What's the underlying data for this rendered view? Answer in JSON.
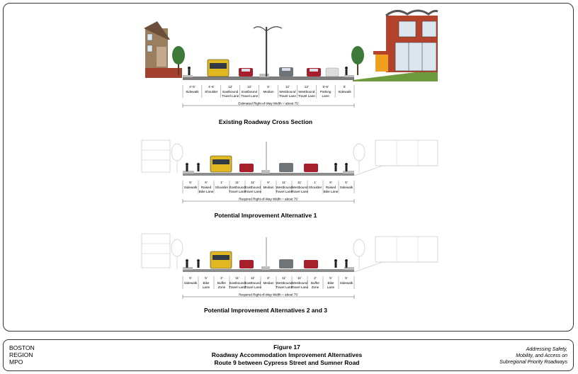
{
  "org": {
    "line1": "BOSTON",
    "line2": "REGION",
    "line3": "MPO"
  },
  "figure": {
    "number": "Figure 17",
    "title": "Roadway Accommodation Improvement Alternatives",
    "subtitle": "Route 9 between Cypress Street and Sumner Road"
  },
  "project": {
    "line1": "Addressing Safety,",
    "line2": "Mobility, and Access on",
    "line3": "Subregional Priority Roadways"
  },
  "sections": [
    {
      "caption": "Existing Roadway Cross Section",
      "row_note": "Estimated Right-of-Way Width = about 75'",
      "labels": [
        {
          "w": "4'-5'",
          "n1": "Sidewalk",
          "n2": ""
        },
        {
          "w": "4'-6'",
          "n1": "Shoulder",
          "n2": ""
        },
        {
          "w": "12'",
          "n1": "Eastbound",
          "n2": "Travel Lane"
        },
        {
          "w": "12'",
          "n1": "Eastbound",
          "n2": "Travel Lane"
        },
        {
          "w": "5'",
          "n1": "Median",
          "n2": ""
        },
        {
          "w": "12'",
          "n1": "Westbound",
          "n2": "Travel Lane"
        },
        {
          "w": "12'",
          "n1": "Westbound",
          "n2": "Travel Lane"
        },
        {
          "w": "5'-6'",
          "n1": "Parking",
          "n2": "Lane"
        },
        {
          "w": "5'",
          "n1": "Sidewalk",
          "n2": ""
        }
      ]
    },
    {
      "caption": "Potential Improvement Alternative 1",
      "row_note": "Required Right-of-Way Width = about 75'",
      "labels": [
        {
          "w": "5'",
          "n1": "Sidewalk",
          "n2": ""
        },
        {
          "w": "6'",
          "n1": "Raised",
          "n2": "Bike Lane"
        },
        {
          "w": "1'",
          "n1": "Shoulder",
          "n2": ""
        },
        {
          "w": "11'",
          "n1": "Eastbound",
          "n2": "Travel Lane"
        },
        {
          "w": "11'",
          "n1": "Eastbound",
          "n2": "Travel Lane"
        },
        {
          "w": "6'",
          "n1": "Median",
          "n2": ""
        },
        {
          "w": "11'",
          "n1": "Westbound",
          "n2": "Travel Lane"
        },
        {
          "w": "11'",
          "n1": "Westbound",
          "n2": "Travel Lane"
        },
        {
          "w": "1'",
          "n1": "Shoulder",
          "n2": ""
        },
        {
          "w": "6'",
          "n1": "Raised",
          "n2": "Bike Lane"
        },
        {
          "w": "5'",
          "n1": "Sidewalk",
          "n2": ""
        }
      ]
    },
    {
      "caption": "Potential Improvement Alternatives 2 and 3",
      "row_note": "Required Right-of-Way Width = about 75'",
      "labels": [
        {
          "w": "5'",
          "n1": "Sidewalk",
          "n2": ""
        },
        {
          "w": "5'",
          "n1": "Bike",
          "n2": "Lane"
        },
        {
          "w": "2'",
          "n1": "Buffer",
          "n2": "Zone"
        },
        {
          "w": "11'",
          "n1": "Eastbound",
          "n2": "Travel Lane"
        },
        {
          "w": "11'",
          "n1": "Eastbound",
          "n2": "Travel Lane"
        },
        {
          "w": "6'",
          "n1": "Median",
          "n2": ""
        },
        {
          "w": "11'",
          "n1": "Westbound",
          "n2": "Travel Lane"
        },
        {
          "w": "11'",
          "n1": "Westbound",
          "n2": "Travel Lane"
        },
        {
          "w": "2'",
          "n1": "Buffer",
          "n2": "Zone"
        },
        {
          "w": "5'",
          "n1": "Bike",
          "n2": "Lane"
        },
        {
          "w": "5'",
          "n1": "Sidewalk",
          "n2": ""
        }
      ]
    }
  ],
  "colors": {
    "bus": "#e1b81f",
    "car_red": "#a81f2c",
    "car_gray": "#6f7479",
    "brick": "#b4432c",
    "tree": "#3d7a3a",
    "grass": "#6e9a3e"
  }
}
